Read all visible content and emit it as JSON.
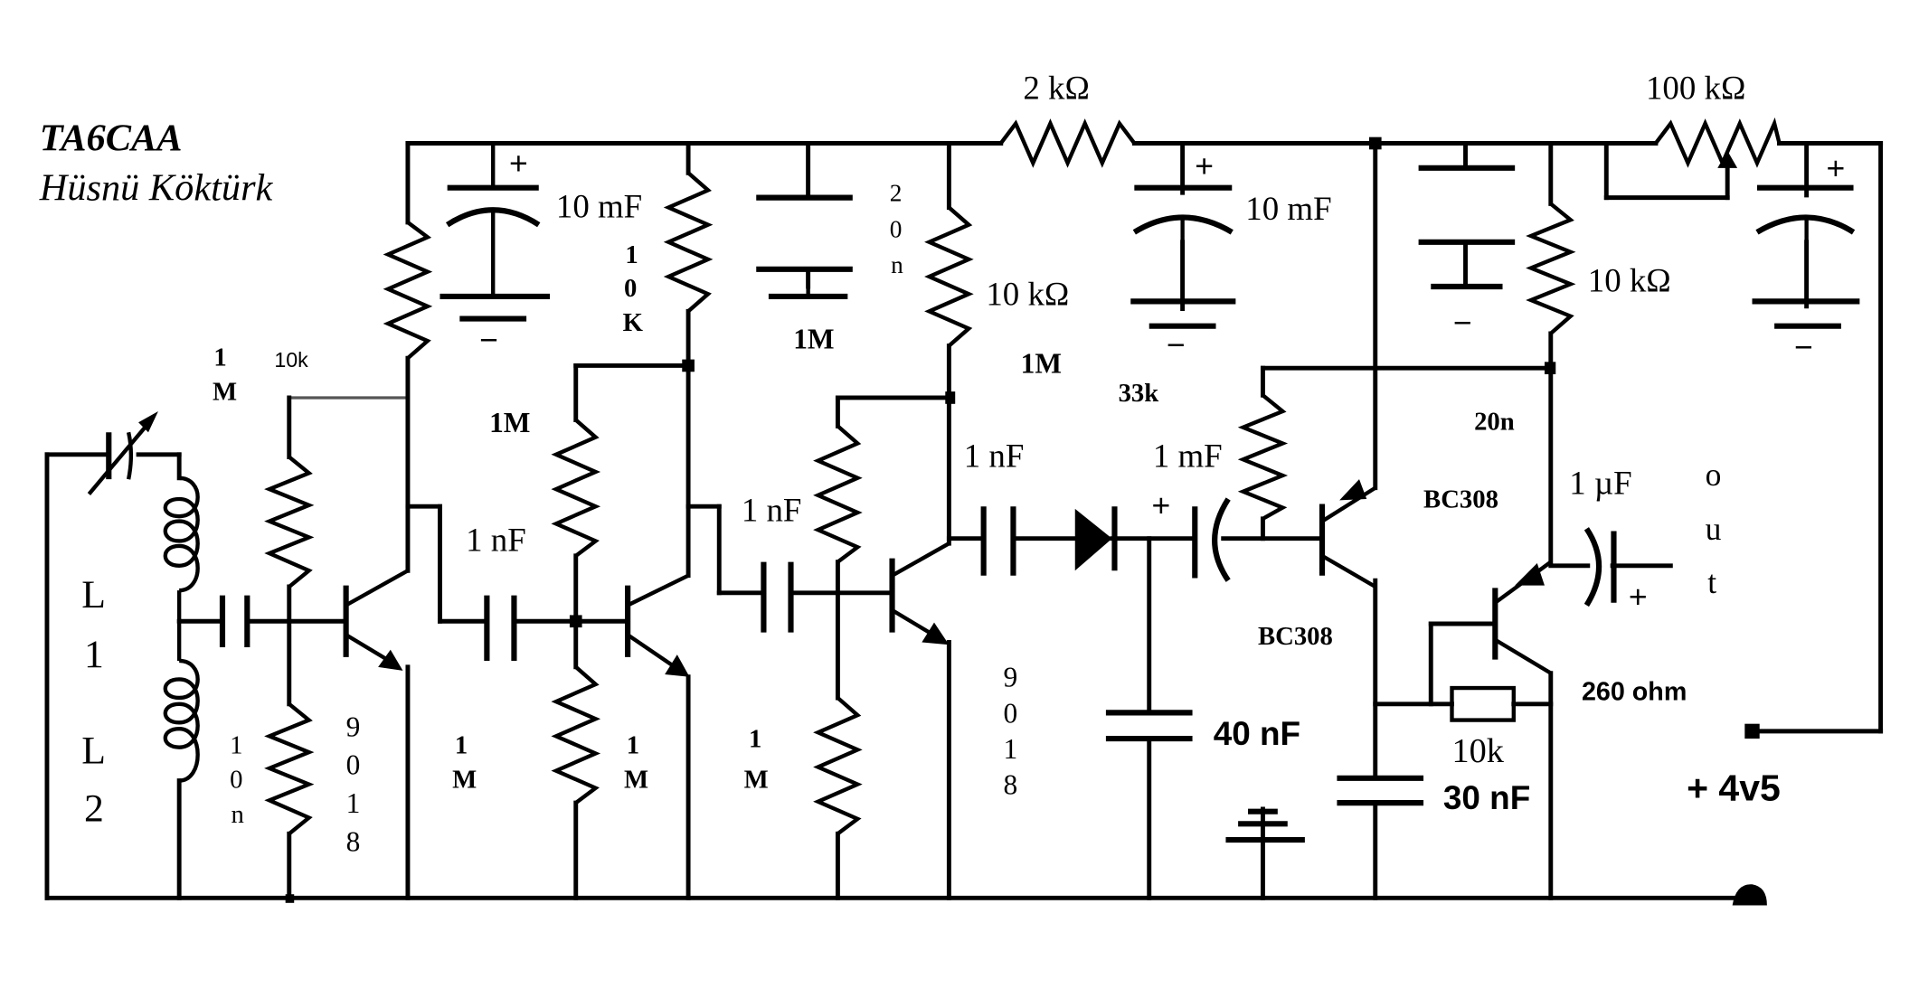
{
  "author": {
    "callsign": "TA6CAA",
    "name": "Hüsnü Köktürk"
  },
  "coil": {
    "top": "L",
    "top_num": "1",
    "bottom": "L",
    "bottom_num": "2"
  },
  "labels": {
    "r_1m_first_a": "1",
    "r_1m_first_b": "M",
    "r_10k_small": "10k",
    "c_10n_a": "1",
    "c_10n_b": "0",
    "c_10n_c": "n",
    "t1_a": "9",
    "t1_b": "0",
    "t1_c": "1",
    "t1_d": "8",
    "c_10mf_1": "10 mF",
    "r_10k_v_a": "1",
    "r_10k_v_b": "0",
    "r_10k_v_c": "K",
    "r_1m_mid": "1M",
    "c_1nf_1": "1 nF",
    "r_1m_low_a": "1",
    "r_1m_low_b": "M",
    "r_1m_low2_a": "1",
    "r_1m_low2_b": "M",
    "c_20n_a": "2",
    "c_20n_b": "0",
    "c_20n_c": "n",
    "r_1m_3": "1M",
    "c_1nf_2": "1 nF",
    "r_1m_low3_a": "1",
    "r_1m_low3_b": "M",
    "r_2k": "2 kΩ",
    "r_10k_2": "10 kΩ",
    "r_1m_4": "1M",
    "c_1nf_3": "1 nF",
    "t3_a": "9",
    "t3_b": "0",
    "t3_c": "1",
    "t3_d": "8",
    "c_10mf_2": "10 mF",
    "r_33k": "33k",
    "c_1mf": "1 mF",
    "c_40nf": "40 nF",
    "t4": "BC308",
    "t5": "BC308",
    "r_100k": "100 kΩ",
    "r_10k_3": "10 kΩ",
    "c_20n_2": "20n",
    "c_1uf": "1 µF",
    "out_a": "o",
    "out_b": "u",
    "out_c": "t",
    "r_260": "260 ohm",
    "r_10k_4": "10k",
    "c_30nf": "30 nF",
    "supply": "+ 4v5",
    "plus": "+",
    "minus": "−"
  }
}
